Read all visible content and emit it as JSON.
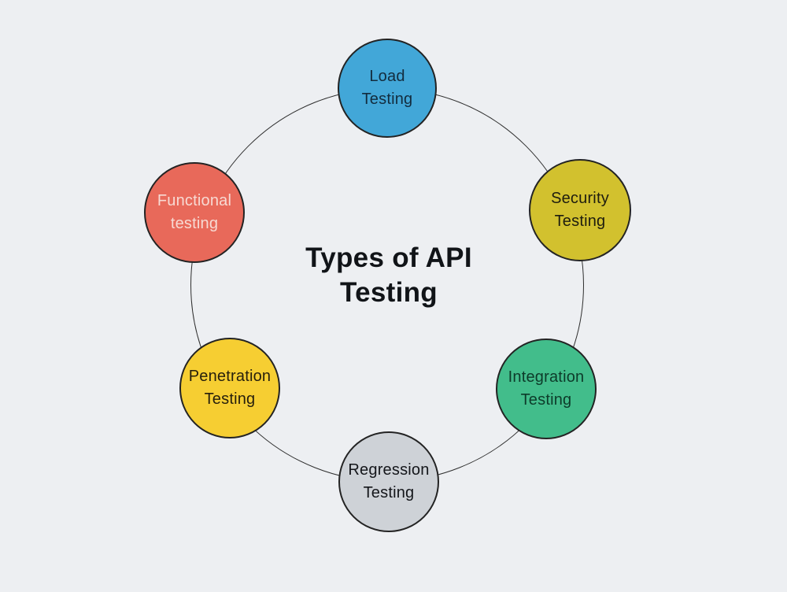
{
  "diagram": {
    "background_color": "#EDEFF2",
    "ring_color": "#2E2E2E",
    "node_border_color": "#232323",
    "title": {
      "text": "Types of API Testing",
      "lines": [
        "Types of API",
        "Testing"
      ],
      "color": "#111418"
    },
    "nodes": [
      {
        "id": "load-testing",
        "label": "Load Testing",
        "lines": [
          "Load",
          "Testing"
        ],
        "color": "#42A7D8",
        "text_color": "#132C3E"
      },
      {
        "id": "security-testing",
        "label": "Security Testing",
        "lines": [
          "Security",
          "Testing"
        ],
        "color": "#D2C12E",
        "text_color": "#1E1D0F"
      },
      {
        "id": "integration-testing",
        "label": "Integration Testing",
        "lines": [
          "Integration",
          "Testing"
        ],
        "color": "#42BD8B",
        "text_color": "#0D3B2A"
      },
      {
        "id": "regression-testing",
        "label": "Regression Testing",
        "lines": [
          "Regression",
          "Testing"
        ],
        "color": "#CED2D7",
        "text_color": "#14161A"
      },
      {
        "id": "penetration-testing",
        "label": "Penetration Testing",
        "lines": [
          "Penetration",
          "Testing"
        ],
        "color": "#F6CE32",
        "text_color": "#27200D"
      },
      {
        "id": "functional-testing",
        "label": "Functional testing",
        "lines": [
          "Functional",
          "testing"
        ],
        "color": "#E8695A",
        "text_color": "#F7DAD3"
      }
    ]
  }
}
